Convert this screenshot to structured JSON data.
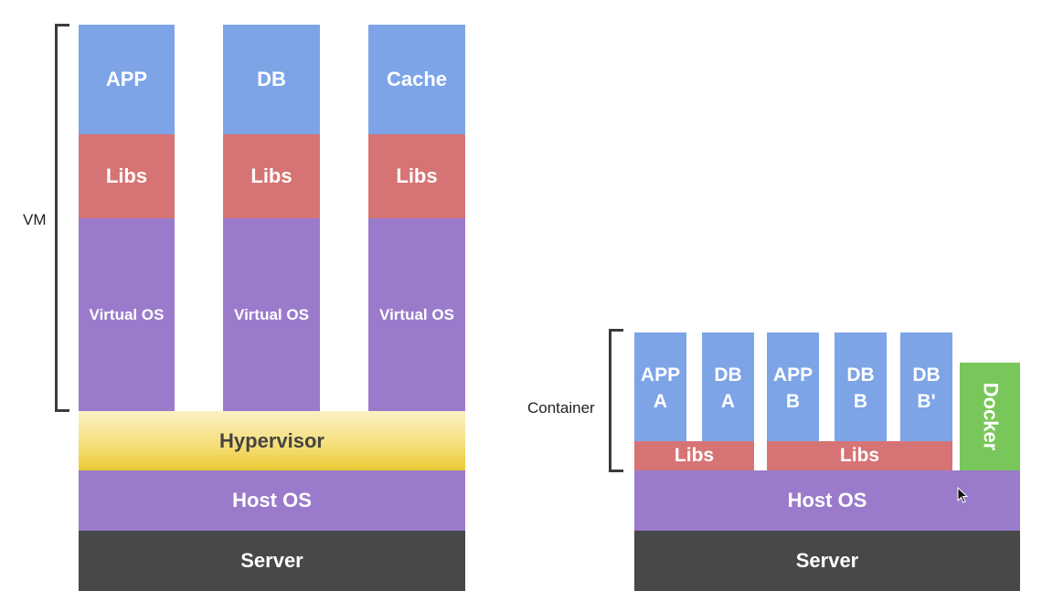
{
  "vm_stack": {
    "bracket_label": "VM",
    "columns": [
      {
        "app": "APP",
        "libs": "Libs",
        "os": "Virtual OS"
      },
      {
        "app": "DB",
        "libs": "Libs",
        "os": "Virtual OS"
      },
      {
        "app": "Cache",
        "libs": "Libs",
        "os": "Virtual OS"
      }
    ],
    "hypervisor": "Hypervisor",
    "host_os": "Host OS",
    "server": "Server"
  },
  "container_stack": {
    "bracket_label": "Container",
    "apps": [
      "APP\nA",
      "DB\nA",
      "APP\nB",
      "DB\nB",
      "DB\nB'"
    ],
    "libs": [
      "Libs",
      "Libs"
    ],
    "docker": "Docker",
    "host_os": "Host OS",
    "server": "Server"
  },
  "colors": {
    "app": "#7da4e7",
    "libs": "#d67475",
    "os": "#9a7bcb",
    "hypervisor": "#f5df7c",
    "server": "#48474a",
    "docker": "#79c65a"
  }
}
